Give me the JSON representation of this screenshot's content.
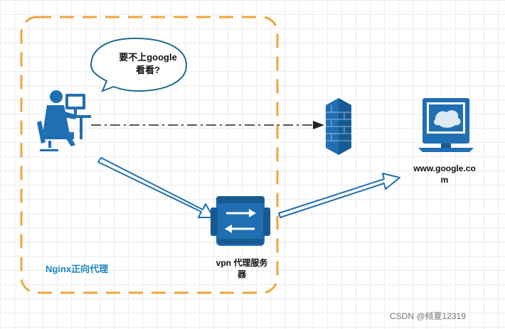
{
  "speech_bubble": {
    "line1": "要不上google",
    "line2": "看看?"
  },
  "vpn_label": {
    "line1": "vpn 代理服务",
    "line2": "器"
  },
  "google_label": {
    "line1": "www.google.co",
    "line2": "m"
  },
  "nginx_label": "Nginx正向代理",
  "watermark": "CSDN @倾夏12319",
  "colors": {
    "dashed_border": "#f0a53a",
    "icon_blue": "#1f6fb2",
    "label_blue": "#1a86c8",
    "bubble_stroke": "#1f6b8c",
    "arrow_stroke": "#1f6fb2"
  },
  "icons": [
    "user-at-computer-icon",
    "firewall-icon",
    "vpn-server-icon",
    "monitor-icon",
    "speech-bubble-icon"
  ]
}
